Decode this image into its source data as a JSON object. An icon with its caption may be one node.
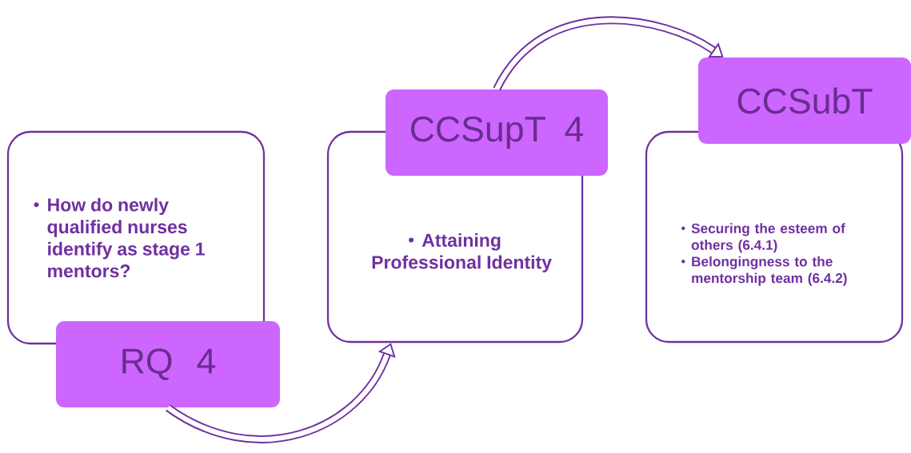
{
  "diagram": {
    "nodes": [
      {
        "text": [
          "How do newly qualified nurses identify as stage 1 mentors?"
        ]
      },
      {
        "text": [
          "RQ 4"
        ]
      },
      {
        "text": [
          "Attaining Professional Identity"
        ]
      },
      {
        "text": [
          "CCSupT 4"
        ]
      },
      {
        "text": [
          "Securing the esteem of others (6.4.1)",
          "Belongingness to the mentorship team (6.4.2)"
        ]
      },
      {
        "text": [
          "CCSubT"
        ]
      }
    ],
    "edges": [
      {
        "from": 1,
        "to": 2,
        "arrow": "to"
      },
      {
        "from": 3,
        "to": 5,
        "arrow": "to"
      }
    ]
  }
}
